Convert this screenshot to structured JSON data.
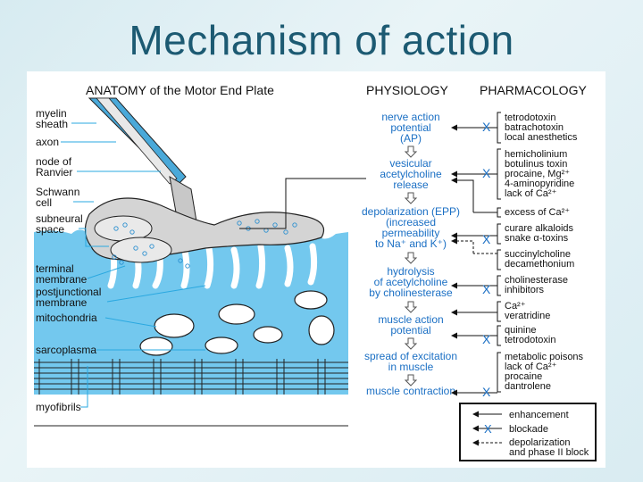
{
  "slide": {
    "title": "Mechanism of action"
  },
  "headers": {
    "anatomy": "ANATOMY of the Motor End Plate",
    "physiology": "PHYSIOLOGY",
    "pharmacology": "PHARMACOLOGY"
  },
  "anatomy_labels": [
    [
      "myelin",
      "sheath"
    ],
    [
      "axon"
    ],
    [
      "node of",
      "Ranvier"
    ],
    [
      "Schwann",
      "cell"
    ],
    [
      "subneural",
      "space"
    ],
    [
      "terminal",
      "membrane"
    ],
    [
      "postjunctional",
      "membrane"
    ],
    [
      "mitochondria"
    ],
    [
      "sarcoplasma"
    ],
    [
      "myofibrils"
    ]
  ],
  "physiology_steps": [
    [
      "nerve action",
      "potential",
      "(AP)"
    ],
    [
      "vesicular",
      "acetylcholine",
      "release"
    ],
    [
      "depolarization (EPP)",
      "(increased",
      "permeability",
      "to Na⁺ and K⁺)"
    ],
    [
      "hydrolysis",
      "of acetylcholine",
      "by cholinesterase"
    ],
    [
      "muscle action",
      "potential"
    ],
    [
      "spread of excitation",
      "in muscle"
    ],
    [
      "muscle contraction"
    ]
  ],
  "pharmacology_groups": [
    [
      "tetrodotoxin",
      "batrachotoxin",
      "local anesthetics"
    ],
    [
      "hemicholinium",
      "botulinus toxin",
      "procaine, Mg²⁺",
      "4-aminopyridine",
      "lack of Ca²⁺"
    ],
    [
      "excess of Ca²⁺"
    ],
    [
      "curare alkaloids",
      "snake α-toxins"
    ],
    [
      "succinylcholine",
      "decamethonium"
    ],
    [
      "cholinesterase",
      "inhibitors"
    ],
    [
      "Ca²⁺",
      "veratridine"
    ],
    [
      "quinine",
      "tetrodotoxin"
    ],
    [
      "metabolic poisons",
      "lack of Ca²⁺",
      "procaine",
      "dantrolene"
    ]
  ],
  "legend": {
    "enhancement": "enhancement",
    "blockade": "blockade",
    "depolarization": [
      "depolarization",
      "and phase II block"
    ]
  },
  "blockade_mark": "X",
  "colors": {
    "title": "#1c5a72",
    "accent_blue": "#2aa8e0",
    "muscle_blue": "#73c8ee",
    "text_blue": "#1a6fc4"
  }
}
